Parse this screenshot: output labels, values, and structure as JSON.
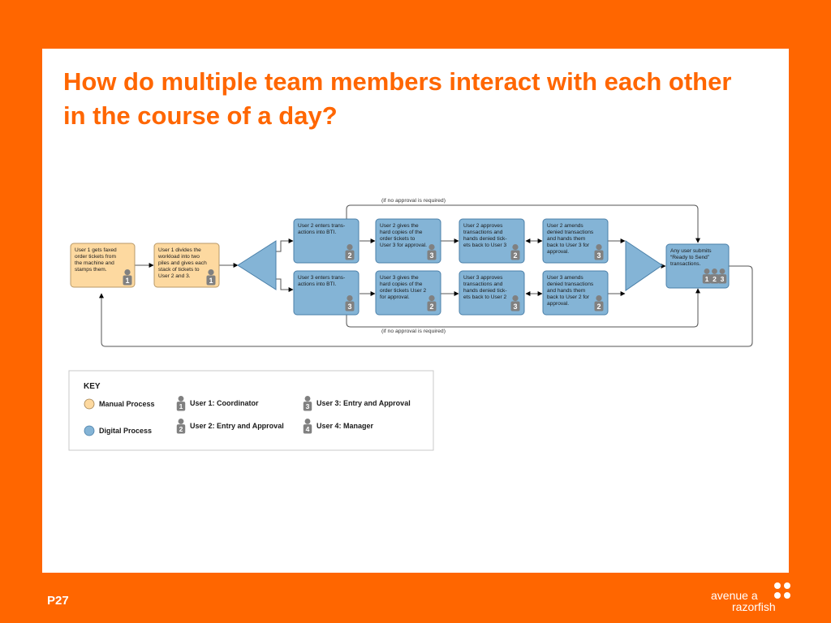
{
  "title": "How do multiple team members interact with each other in the course of a day?",
  "footer": {
    "page": "P27"
  },
  "brand": {
    "line1": "avenue a",
    "line2": "razorfish"
  },
  "colors": {
    "accent": "#ff6600",
    "manual": "#fdd9a0",
    "digital": "#84b4d6",
    "user_icon": "#808080"
  },
  "diagram": {
    "top_note": "(if no approval is required)",
    "bottom_note": "(if no approval is required)",
    "manual_1": {
      "lines": [
        "User 1 gets faxed",
        "order tickets from",
        "the machine and",
        "stamps them."
      ],
      "user": "1"
    },
    "manual_2": {
      "lines": [
        "User 1 divides the",
        "workload into two",
        "piles and gives each",
        "stack of tickets to",
        "User 2 and 3."
      ],
      "user": "1"
    },
    "top_row": [
      {
        "lines": [
          "User 2 enters trans-",
          "actions into BTI."
        ],
        "user": "2"
      },
      {
        "lines": [
          "User 2 gives the",
          "hard copies of the",
          "order tickets to",
          "User 3 for approval."
        ],
        "user": "3"
      },
      {
        "lines": [
          "User 2 approves",
          "transactions and",
          "hands denied tick-",
          "ets back to User 3"
        ],
        "user": "2"
      },
      {
        "lines": [
          "User 2 amends",
          "denied transactions",
          "and hands them",
          "back to User 3 for",
          "approval."
        ],
        "user": "3"
      }
    ],
    "bottom_row": [
      {
        "lines": [
          "User 3 enters trans-",
          "actions into BTI."
        ],
        "user": "3"
      },
      {
        "lines": [
          "User 3 gives the",
          "hard copies of the",
          "order tickets User 2",
          "for approval."
        ],
        "user": "2"
      },
      {
        "lines": [
          "User 3 approves",
          "transactions and",
          "hands denied tick-",
          "ets back to User 2"
        ],
        "user": "3"
      },
      {
        "lines": [
          "User 3 amends",
          "denied transactions",
          "and hands them",
          "back to User 2 for",
          "approval."
        ],
        "user": "2"
      }
    ],
    "final": {
      "lines": [
        "Any user submits",
        "“Ready to Send”",
        "transactions."
      ],
      "users": [
        "1",
        "2",
        "3"
      ]
    }
  },
  "key": {
    "heading": "KEY",
    "manual_label": "Manual Process",
    "digital_label": "Digital Process",
    "users": [
      {
        "num": "1",
        "label": "User 1: Coordinator"
      },
      {
        "num": "2",
        "label": "User 2: Entry and Approval"
      },
      {
        "num": "3",
        "label": "User 3: Entry and Approval"
      },
      {
        "num": "4",
        "label": "User 4: Manager"
      }
    ]
  }
}
